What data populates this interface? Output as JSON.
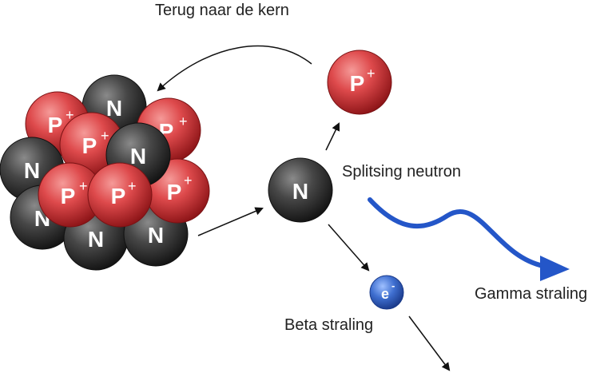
{
  "labels": {
    "back_to_nucleus": "Terug naar de kern",
    "neutron_split": "Splitsing neutron",
    "gamma": "Gamma straling",
    "beta": "Beta straling"
  },
  "particles": {
    "proton_letter": "P",
    "proton_charge": "+",
    "neutron_letter": "N",
    "electron_letter": "e",
    "electron_charge": "-"
  },
  "colors": {
    "proton": "#d63a3e",
    "neutron": "#3c3c3c",
    "electron": "#3f6fd0",
    "gamma_wave": "#2456c8",
    "arrow": "#111111",
    "text": "#222222"
  }
}
